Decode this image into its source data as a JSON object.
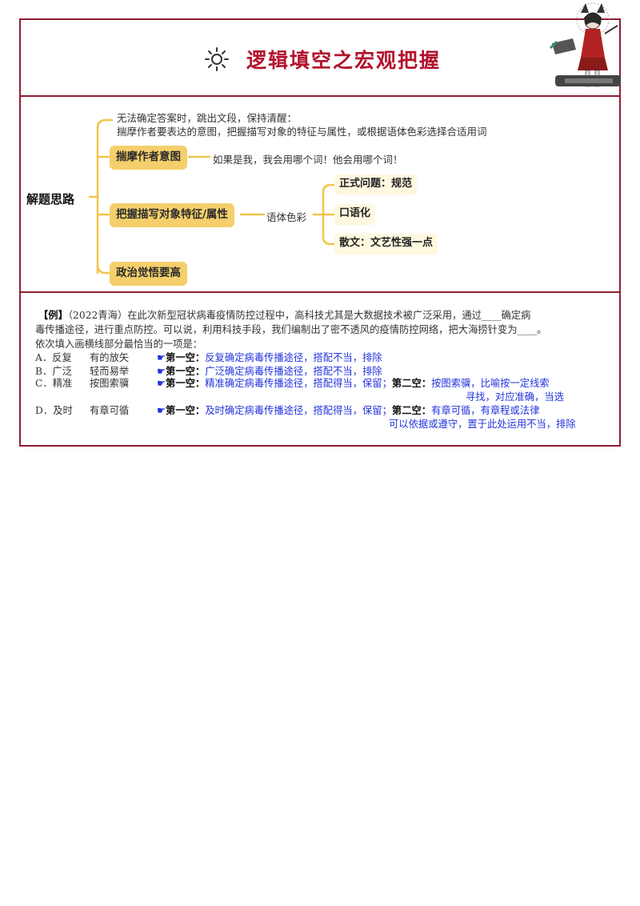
{
  "header": {
    "title": "逻辑填空之宏观把握",
    "sun_icon": "sun-icon",
    "mascot": "anime-character-illustration"
  },
  "mindmap": {
    "root": "解题思路",
    "intro_line1": "无法确定答案时，跳出文段，保持清醒：",
    "intro_line2": "揣摩作者要表达的意图，把握描写对象的特征与属性，或根据语体色彩选择合适用词",
    "branches": [
      {
        "label": "揣摩作者意图",
        "note": "如果是我，我会用哪个词！他会用哪个词！"
      },
      {
        "label": "把握描写对象特征/属性",
        "note": "语体色彩",
        "children": [
          "正式问题：规范",
          "口语化",
          "散文：文艺性强一点"
        ]
      },
      {
        "label": "政治觉悟要高"
      }
    ]
  },
  "example": {
    "tag": "【例】",
    "source": "（2022青海）",
    "line1_rest": "在此次新型冠状病毒疫情防控过程中，高科技尤其是大数据技术被广泛采用，通过____确定病",
    "line2": "毒传播途径，进行重点防控。可以说，利用科技手段，我们编制出了密不透风的疫情防控网络，把大海捞针变为____。",
    "line3": "依次填入画横线部分最恰当的一项是：",
    "options": [
      {
        "letter": "A．反复",
        "word2": "有的放矢",
        "first_tag": "第一空：",
        "first": "反复确定病毒传播途径，搭配不当，排除",
        "second_tag": "",
        "second": "",
        "second2": ""
      },
      {
        "letter": "B．广泛",
        "word2": "轻而易举",
        "first_tag": "第一空：",
        "first": "广泛确定病毒传播途径，搭配不当，排除",
        "second_tag": "",
        "second": "",
        "second2": ""
      },
      {
        "letter": "C．精准",
        "word2": "按图索骥",
        "first_tag": "第一空：",
        "first": "精准确定病毒传播途径，搭配得当，保留；",
        "second_tag": "第二空：",
        "second": "按图索骥，比喻按一定线索",
        "second2": "寻找，对应准确，当选"
      },
      {
        "letter": "D．及时",
        "word2": "有章可循",
        "first_tag": "第一空：",
        "first": "及时确定病毒传播途径，搭配得当，保留；",
        "second_tag": "第二空：",
        "second": "有章可循，有章程或法律",
        "second2": "可以依据或遵守，置于此处运用不当，排除"
      }
    ],
    "pointer_icon": "pointing-hand-icon"
  },
  "colors": {
    "frame": "#8f1d33",
    "title": "#b3112d",
    "node": "#f4cf6b",
    "connector": "#f0c64a",
    "answer": "#2233dd"
  }
}
